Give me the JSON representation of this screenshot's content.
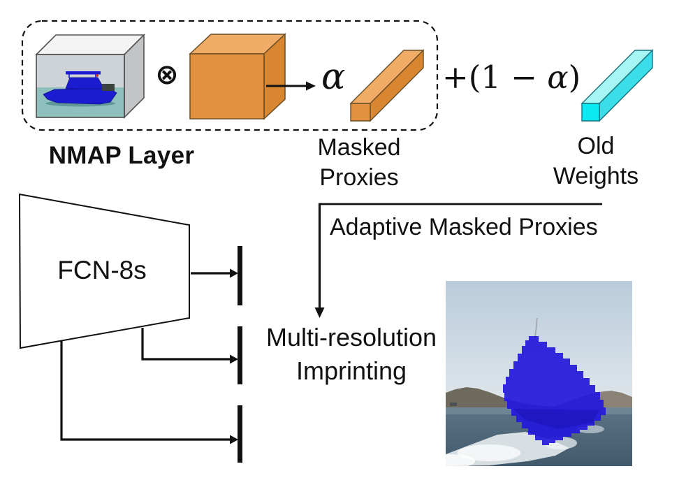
{
  "labels": {
    "nmap": "NMAP Layer",
    "masked_line1": "Masked",
    "masked_line2": "Proxies",
    "old_line1": "Old",
    "old_line2": "Weights",
    "formula_prefix": "+(1 − ",
    "formula_alpha": "α",
    "formula_suffix": ")",
    "alpha_symbol": "α",
    "tensor_product": "⊗",
    "adaptive": "Adaptive Masked Proxies",
    "multires_line1": "Multi-resolution",
    "multires_line2": "Imprinting",
    "fcn": "FCN-8s"
  },
  "colors": {
    "orange_front": "#E2923E",
    "orange_top": "#F0AC66",
    "orange_side": "#D8862F",
    "cyan_front": "#0BE9F3",
    "cyan_top": "#A6F6F6",
    "cyan_side": "#3BDDE8",
    "mask_blue": "#2318DB",
    "boat_blue": "#1B1BD0",
    "photo_sky": "#CED3D7",
    "photo_water": "#8FC0BD",
    "cube_top_gray": "#F3F3F3",
    "cube_side_gray": "#C2C4C6",
    "out_sky_top": "#B9CBDB",
    "out_sky_bottom": "#E0E7EB",
    "out_hill_left": "#6E6A5E",
    "out_hill_right": "#8A8375",
    "out_water_top": "#5C7486",
    "out_water_bottom": "#42596B",
    "wake_white": "#EAF0F2",
    "line_black": "#111111"
  }
}
